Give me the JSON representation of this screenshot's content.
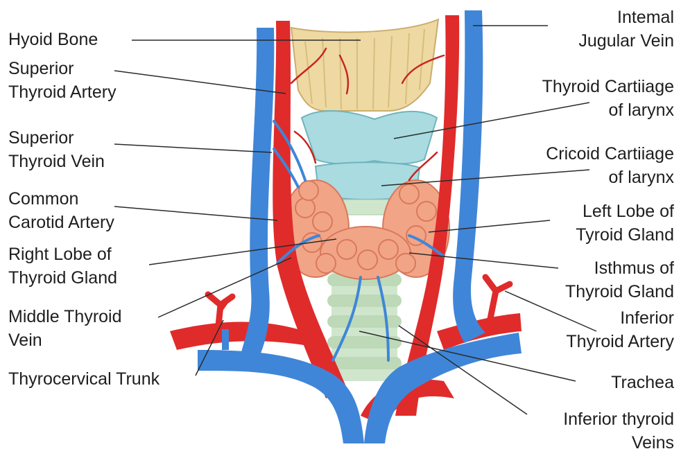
{
  "colors": {
    "vein": "#3f86d8",
    "artery": "#e02b2b",
    "cartilage": "#a9dbe0",
    "hyoid": "#efd9a2",
    "gland": "#f2a486",
    "trachea": "#cfe6cc",
    "leader": "#2a2a2a"
  },
  "labels": {
    "hyoid_bone": [
      "Hyoid Bone"
    ],
    "superior_thyroid_artery": [
      "Superior",
      "Thyroid Artery"
    ],
    "superior_thyroid_vein": [
      "Superior",
      "Thyroid Vein"
    ],
    "common_carotid_artery": [
      "Common",
      "Carotid Artery"
    ],
    "right_lobe": [
      "Right Lobe of",
      "Thyroid Gland"
    ],
    "middle_thyroid_vein": [
      "Middle Thyroid",
      "Vein"
    ],
    "thyrocervical_trunk": [
      "Thyrocervical Trunk"
    ],
    "internal_jugular_vein": [
      "Intemal",
      "Jugular Vein"
    ],
    "thyroid_cartilage": [
      "Thyroid Cartiiage",
      "of larynx"
    ],
    "cricoid_cartilage": [
      "Cricoid Cartiiage",
      "of larynx"
    ],
    "left_lobe": [
      "Left Lobe of",
      "Tyroid Gland"
    ],
    "isthmus": [
      "Isthmus of",
      "Thyroid Gland"
    ],
    "inferior_thyroid_artery": [
      "Inferior",
      "Thyroid Artery"
    ],
    "trachea": [
      "Trachea"
    ],
    "inferior_thyroid_veins": [
      "Inferior thyroid",
      "Veins"
    ]
  }
}
